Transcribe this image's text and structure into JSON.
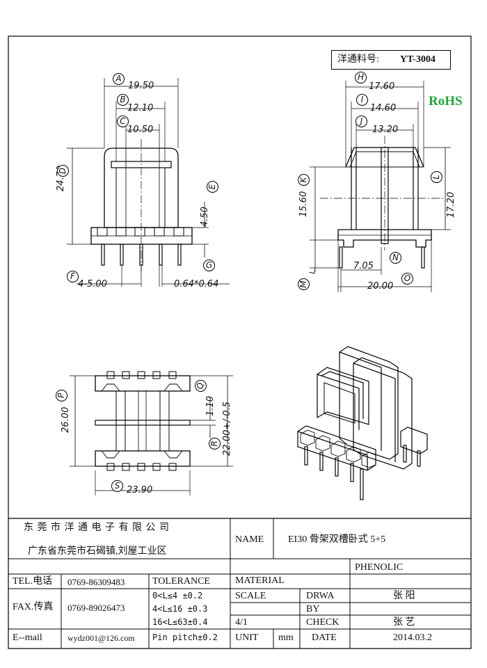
{
  "part_number": {
    "label": "洋通料号:",
    "value": "YT-3004"
  },
  "rohs": "RoHS",
  "front_view": {
    "dims": {
      "A": "19.50",
      "B": "12.10",
      "C": "10.50",
      "D": "24.70",
      "E": "4.50",
      "F": "4-5.00",
      "G": "0.64*0.64"
    }
  },
  "side_view": {
    "dims": {
      "H": "17.60",
      "I": "14.60",
      "J": "13.20",
      "K": "15.60",
      "L": "17.20",
      "N": "7.05",
      "O": "20.00"
    }
  },
  "bottom_view": {
    "dims": {
      "P": "26.00",
      "Q": "1.10",
      "R": "22.00+/-0.5",
      "S": "23.90"
    }
  },
  "letters": [
    "A",
    "B",
    "C",
    "D",
    "E",
    "F",
    "G",
    "H",
    "I",
    "J",
    "K",
    "L",
    "M",
    "N",
    "O",
    "P",
    "Q",
    "R",
    "S"
  ],
  "title_block": {
    "company_name": "东 莞 市 洋 通 电 子 有 限 公 司",
    "company_address": "广东省东莞市石碣镇,刘屋工业区",
    "tel_label": "TEL.电话",
    "tel_value": "0769-86309483",
    "fax_label": "FAX.传真",
    "fax_value": "0769-89026473",
    "email_label": "E--mail",
    "email_value": "wydz001@126.com",
    "tolerance_label": "TOLERANCE",
    "tolerance_lines": [
      "0<L≤4   ±0.2",
      "4<L≤16  ±0.3",
      "16<L≤63±0.4",
      "Pin pitch±0.2"
    ],
    "name_label": "NAME",
    "name_value": "EI30 骨架双槽卧式 5+5",
    "material_label": "MATERIAL",
    "material_value": "PHENOLIC",
    "scale_label": "SCALE",
    "scale_value": "4/1",
    "drawn_by_label_1": "DRWA",
    "drawn_by_label_2": "BY",
    "drawn_by_value": "张 阳",
    "check_label": "CHECK",
    "check_value": "张 艺",
    "unit_label": "UNIT",
    "unit_value": "mm",
    "date_label": "DATE",
    "date_value": "2014.03.2"
  }
}
